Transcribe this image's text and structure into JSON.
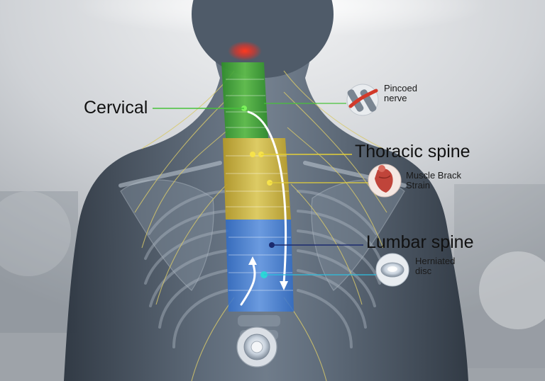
{
  "labels": {
    "cervical": "Cervical",
    "thoracic": "Thoracic spine",
    "lumbar": "Lumbar spine"
  },
  "callouts": {
    "pinched_nerve": {
      "line1": "Pincoed",
      "line2": "nerve"
    },
    "muscle_strain": {
      "line1": "Muscle Brack",
      "line2": "Strain"
    },
    "herniated_disc": {
      "line1": "Herniated",
      "line2": "disc"
    }
  },
  "colors": {
    "cervical": "#3fa535",
    "thoracic": "#d9c23a",
    "lumbar": "#3f7fd8",
    "pain_glow": "#ff2a1a",
    "nerve": "#d8c96a",
    "background": "#c9ccd0",
    "body": "#4b5866"
  },
  "icons": [
    "pinched-nerve-icon",
    "muscle-strain-icon",
    "herniated-disc-icon",
    "disc-icon"
  ]
}
